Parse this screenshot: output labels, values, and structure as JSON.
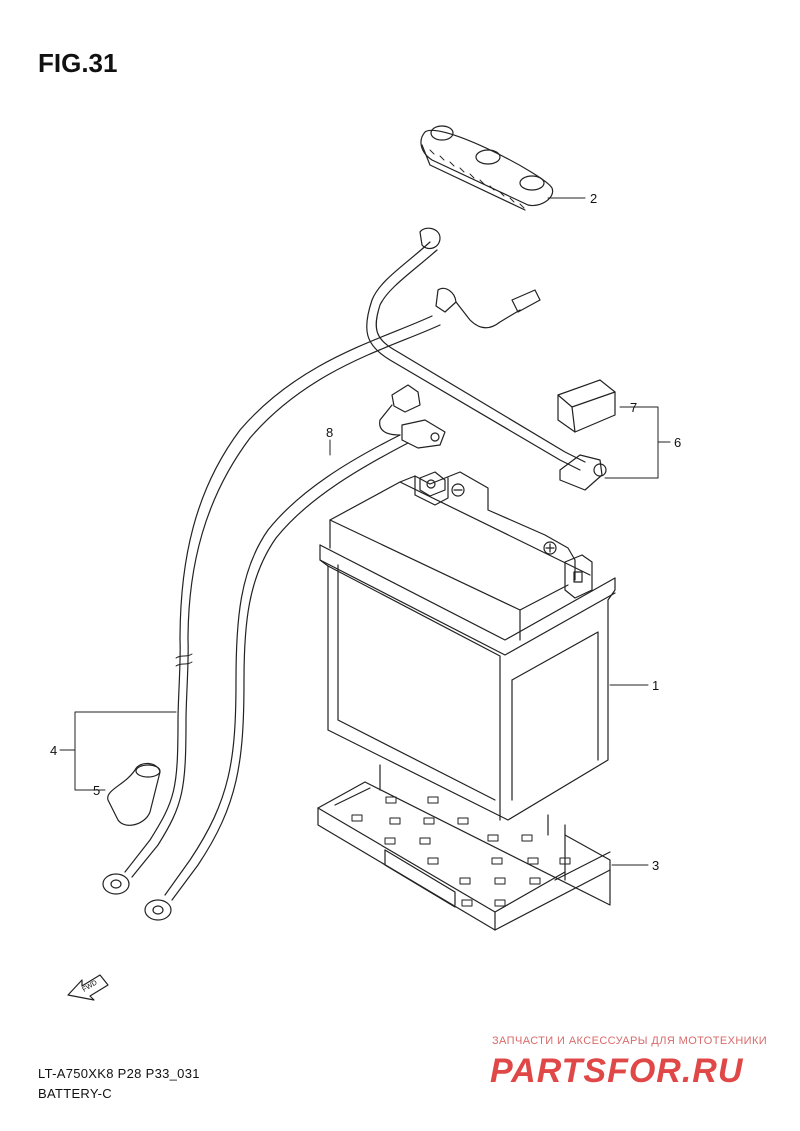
{
  "figure": {
    "title": "FIG.31"
  },
  "callouts": [
    {
      "id": "1",
      "text": "1"
    },
    {
      "id": "2",
      "text": "2"
    },
    {
      "id": "3",
      "text": "3"
    },
    {
      "id": "4",
      "text": "4"
    },
    {
      "id": "5",
      "text": "5"
    },
    {
      "id": "6",
      "text": "6"
    },
    {
      "id": "7",
      "text": "7"
    },
    {
      "id": "8",
      "text": "8"
    }
  ],
  "fwd_label": "FWD",
  "footer": {
    "model": "LT-A750XK8 P28 P33_031",
    "section": "BATTERY-C"
  },
  "watermark": {
    "tagline": "ЗАПЧАСТИ И АКСЕССУАРЫ ДЛЯ МОТОТЕХНИКИ",
    "logo": "PARTSFOR.RU"
  }
}
